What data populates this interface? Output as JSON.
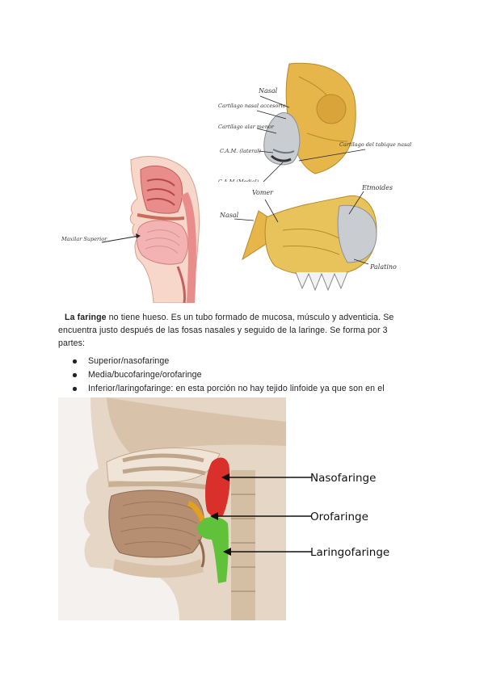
{
  "figure_top": {
    "head_labels": {
      "maxilar_superior": "Maxilar Superior"
    },
    "nasal_cartilage_labels": {
      "nasal": "Nasal",
      "cartilago_nasal_accesorio": "Cartílago nasal accesorio",
      "cartilago_alar_menor": "Cartílago alar menor",
      "cam_lateral": "C.A.M. (lateral)",
      "cam_medial": "C.A.M (Medial)",
      "cartilago_del_tabique_nasal": "Cartílago del tabique nasal"
    },
    "nasal_bone_labels": {
      "vomer": "Vomer",
      "etmoides": "Etmoides",
      "nasal": "Nasal",
      "palatino": "Palatino"
    }
  },
  "text": {
    "intro_bold": "La faringe",
    "intro_rest": " no tiene hueso. Es un tubo formado de mucosa, músculo y adventicia. Se encuentra justo después de las fosas nasales y seguido de la laringe. Se forma por 3 partes:",
    "parts": [
      "Superior/nasofaringe",
      "Media/bucofaringe/orofaringe",
      "Inferior/laringofaringe: en esta porción no hay tejido linfoide ya que son en el anterior donde entra el alimento."
    ]
  },
  "figure_bottom": {
    "labels": {
      "nasofaringe": "Nasofaringe",
      "orofaringe": "Orofaringe",
      "laringofaringe": "Laringofaringe"
    },
    "colors": {
      "nasofaringe": "#d9302c",
      "orofaringe": "#e3a01c",
      "laringofaringe": "#5fc23a"
    }
  }
}
